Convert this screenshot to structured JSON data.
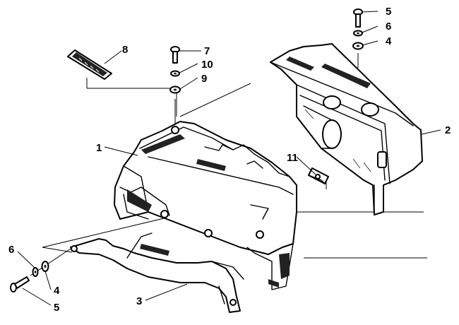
{
  "callouts": {
    "c1": "1",
    "c2": "2",
    "c3": "3",
    "c4_top": "4",
    "c4_bottom": "4",
    "c5_top": "5",
    "c5_bottom": "5",
    "c6_top": "6",
    "c6_bottom": "6",
    "c7": "7",
    "c8": "8",
    "c9": "9",
    "c10": "10",
    "c11": "11"
  }
}
